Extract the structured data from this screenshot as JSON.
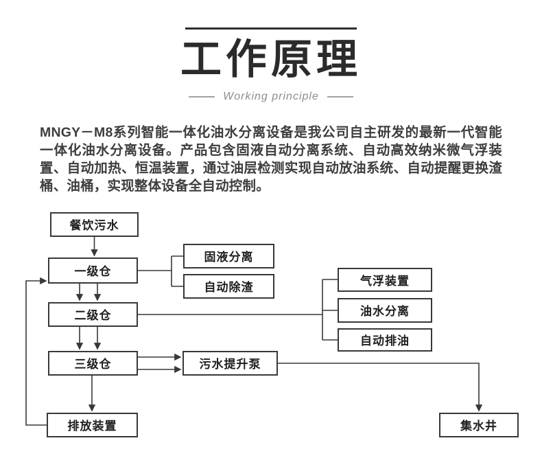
{
  "header": {
    "title": "工作原理",
    "subtitle": "Working principle"
  },
  "description": {
    "text": "MNGY－M8系列智能一体化油水分离设备是我公司自主研发的最新一代智能一体化油水分离设备。产品包含固液自动分离系统、自动高效纳米微气浮装置、自动加热、恒温装置，通过油层检测实现自动放油系统、自动提醒更换渣桶、油桶，实现整体设备全自动控制。"
  },
  "flowchart": {
    "line_color": "#383838",
    "nodes": {
      "wastewater": "餐饮污水",
      "stage1": "一级仓",
      "solid_liquid_separation": "固液分离",
      "auto_deslagging": "自动除渣",
      "stage2": "二级仓",
      "air_flotation": "气浮装置",
      "oil_water_separation": "油水分离",
      "auto_oil_discharge": "自动排油",
      "stage3": "三级仓",
      "sewage_lift_pump": "污水提升泵",
      "discharge_device": "排放装置",
      "water_collection_well": "集水井"
    }
  }
}
